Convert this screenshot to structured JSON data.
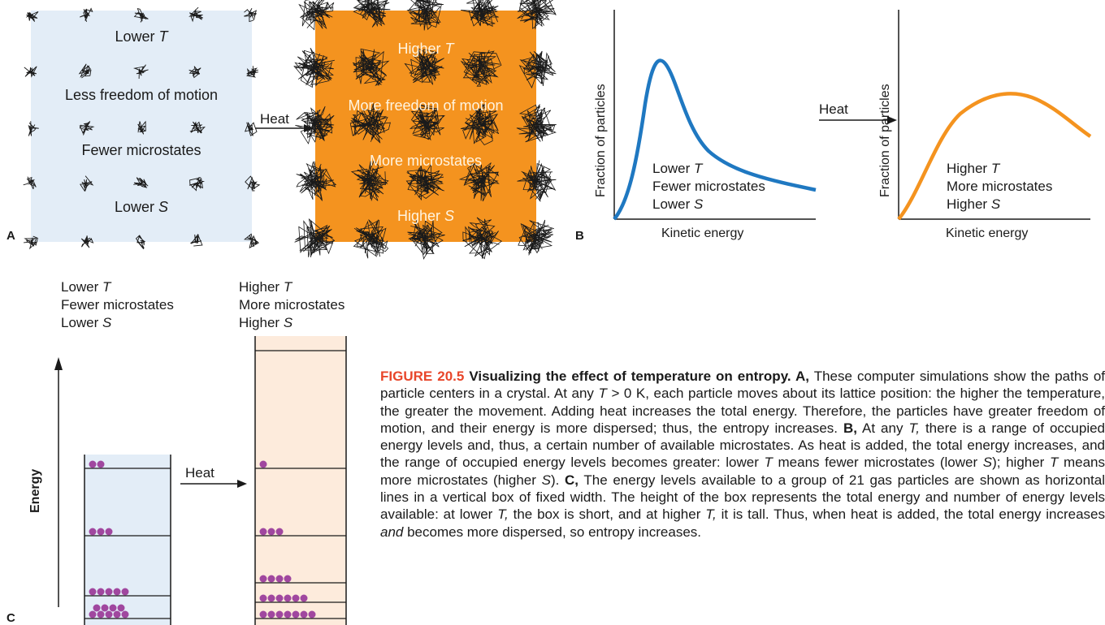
{
  "panel_a": {
    "label": "A",
    "cold": {
      "line1": "Lower ",
      "line1_var": "T",
      "line2": "Less freedom of motion",
      "line3": "Fewer microstates",
      "line4": "Lower ",
      "line4_var": "S",
      "color": "#e3edf7"
    },
    "arrow_label": "Heat",
    "hot": {
      "line1": "Higher ",
      "line1_var": "T",
      "line2": "More freedom of motion",
      "line3": "More microstates",
      "line4": "Higher ",
      "line4_var": "S",
      "color": "#f4931f"
    }
  },
  "panel_b": {
    "label": "B",
    "arrow_label": "Heat",
    "left": {
      "ylabel": "Fraction of particles",
      "xlabel": "Kinetic energy",
      "line1": "Lower ",
      "line1_var": "T",
      "line2": "Fewer microstates",
      "line3": "Lower ",
      "line3_var": "S",
      "curve_color": "#1f78c1"
    },
    "right": {
      "ylabel": "Fraction of particles",
      "xlabel": "Kinetic energy",
      "line1": "Higher ",
      "line1_var": "T",
      "line2": "More microstates",
      "line3": "Higher ",
      "line3_var": "S",
      "curve_color": "#f4931f"
    }
  },
  "panel_c": {
    "label": "C",
    "axis_label": "Energy",
    "arrow_label": "Heat",
    "left": {
      "line1": "Lower ",
      "line1_var": "T",
      "line2": "Fewer microstates",
      "line3": "Lower ",
      "line3_var": "S",
      "box_color": "#e3edf7",
      "particles_per_level": [
        9,
        5,
        3,
        2
      ]
    },
    "right": {
      "line1": "Higher ",
      "line1_var": "T",
      "line2": "More microstates",
      "line3": "Higher ",
      "line3_var": "S",
      "box_color": "#fdebdc",
      "particles_per_level": [
        7,
        6,
        4,
        3,
        1
      ]
    },
    "particle_color": "#a0479f"
  },
  "caption": {
    "figure_number": "FIGURE 20.5",
    "title": " Visualizing the effect of temperature on entropy. A,",
    "part1": " These computer simulations show the paths of particle centers in a crystal. At any ",
    "T1": "T",
    "part2": " > 0 K, each particle moves about its lattice position: the higher the temperature, the greater the movement. Adding heat increases the total energy. Therefore, the particles have greater freedom of motion, and their energy is more dispersed; thus, the entropy increases. ",
    "B": "B,",
    "part3": " At any ",
    "T2": "T,",
    "part4": " there is a range of occupied energy levels and, thus, a certain number of available microstates. As heat is added, the total energy increases, and the range of occupied energy levels becomes greater: lower ",
    "T3": "T",
    "part5": " means fewer microstates (lower ",
    "S1": "S",
    "part6": "); higher ",
    "T4": "T",
    "part7": " means more microstates (higher ",
    "S2": "S",
    "part8": "). ",
    "C": "C,",
    "part9": " The energy levels available to a group of 21 gas particles are shown as horizontal lines in a vertical box of fixed width. The height of the box represents the total energy and number of energy levels available: at lower ",
    "T5": "T,",
    "part10": " the box is short, and at higher ",
    "T6": "T,",
    "part11": " it is tall. Thus, when heat is added, the total energy increases ",
    "and": "and",
    "part12": " becomes more dispersed, so entropy increases."
  }
}
